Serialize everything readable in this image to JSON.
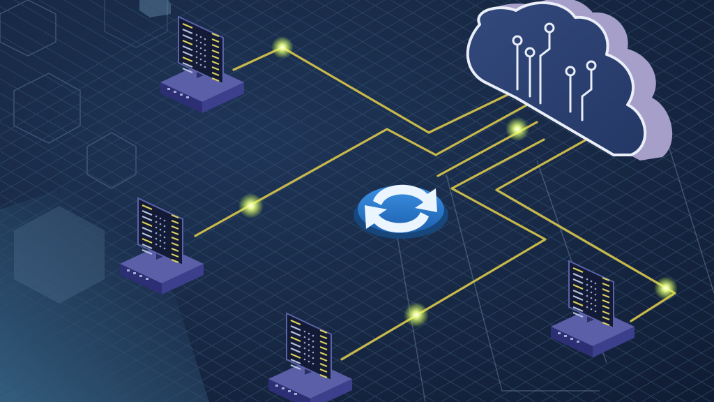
{
  "colors": {
    "background": "#14213b",
    "background_light": "#1d3150",
    "grid": "#2f4664",
    "connection": "#c9b94a",
    "connection_glow": "#e8ff7a",
    "cloud_fill": "#2d4271",
    "cloud_side": "#9e99c6",
    "cloud_outline": "#e8edf7",
    "device_top": "#5b5fa8",
    "device_side": "#2c2f73",
    "screen": "#1c2544",
    "screen_text": "#d8d060",
    "sync_blue": "#2f7dd1",
    "sync_light": "#eaf5ff"
  },
  "icons": {
    "cloud": "cloud-icon",
    "sync": "sync-icon",
    "device": "server-device-icon"
  },
  "diagram": {
    "nodes": [
      {
        "id": "cloud",
        "kind": "cloud"
      },
      {
        "id": "hub",
        "kind": "sync"
      },
      {
        "id": "device-1",
        "kind": "device"
      },
      {
        "id": "device-2",
        "kind": "device"
      },
      {
        "id": "device-3",
        "kind": "device"
      },
      {
        "id": "device-4",
        "kind": "device"
      }
    ],
    "edges": [
      {
        "from": "device-1",
        "to": "cloud"
      },
      {
        "from": "device-2",
        "to": "cloud"
      },
      {
        "from": "device-3",
        "to": "cloud"
      },
      {
        "from": "device-4",
        "to": "cloud"
      },
      {
        "from": "hub",
        "to": "cloud"
      }
    ]
  }
}
